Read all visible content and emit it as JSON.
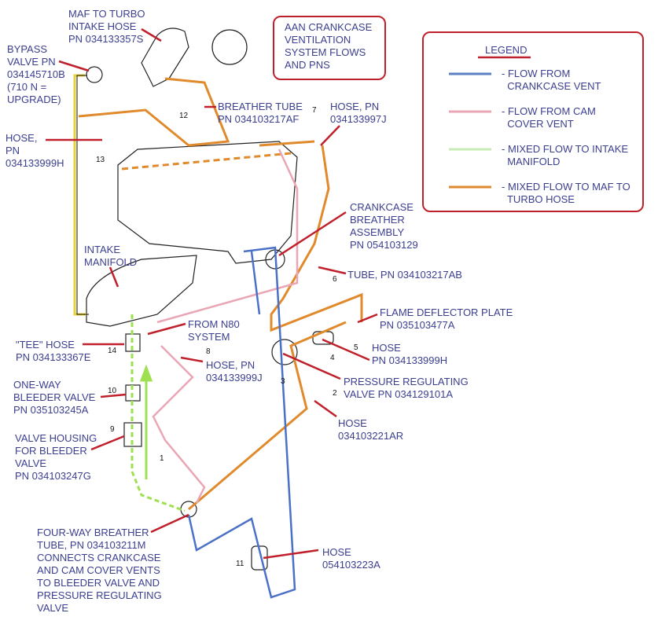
{
  "title": "AAN CRANKCASE\nVENTILATION\nSYSTEM FLOWS\nAND PNS",
  "legend": {
    "heading": "LEGEND",
    "items": [
      {
        "label": "- FLOW FROM\n  CRANKCASE VENT",
        "color": "#5b7fc0"
      },
      {
        "label": "- FLOW FROM CAM\n  COVER VENT",
        "color": "#eaa6b4"
      },
      {
        "label": "- MIXED FLOW TO INTAKE\n  MANIFOLD",
        "color": "#c8ecb4"
      },
      {
        "label": "- MIXED FLOW TO MAF TO\n  TURBO HOSE",
        "color": "#e08a2c"
      }
    ]
  },
  "labels": {
    "maf": "MAF TO TURBO\nINTAKE HOSE\nPN 034133357S",
    "bypass": "BYPASS\nVALVE PN\n034145710B\n(710 N =\nUPGRADE)",
    "breather_tube": "BREATHER TUBE\nPN 034103217AF",
    "hose7": "HOSE, PN\n034133997J",
    "hose13": "HOSE,\nPN\n034133999H",
    "crankcase_breather": "CRANKCASE\nBREATHER\nASSEMBLY\nPN 054103129",
    "intake_manifold": "INTAKE\nMANIFOLD",
    "tube6": "TUBE, PN 034103217AB",
    "flame": "FLAME DEFLECTOR PLATE\nPN 035103477A",
    "n80": "FROM N80\nSYSTEM",
    "tee": "\"TEE\" HOSE\nPN 034133367E",
    "hose8": "HOSE, PN\n034133999J",
    "hose4": "HOSE\nPN 034133999H",
    "prv": "PRESSURE REGULATING\nVALVE PN 034129101A",
    "oneway": "ONE-WAY\nBLEEDER VALVE\nPN 035103245A",
    "hose2": "HOSE\n034103221AR",
    "housing": "VALVE HOUSING\nFOR BLEEDER\nVALVE\nPN 034103247G",
    "fourway": "FOUR-WAY BREATHER\nTUBE, PN 034103211M\nCONNECTS CRANKCASE\nAND CAM COVER VENTS\nTO BLEEDER VALVE AND\nPRESSURE REGULATING\nVALVE",
    "hose11": "HOSE\n054103223A"
  },
  "part_numbers": [
    "12",
    "7",
    "13",
    "6",
    "5",
    "4",
    "3",
    "2",
    "14",
    "8",
    "10",
    "9",
    "1",
    "11"
  ],
  "colors": {
    "text": "#3b3f8f",
    "pointer": "#c0202b"
  }
}
